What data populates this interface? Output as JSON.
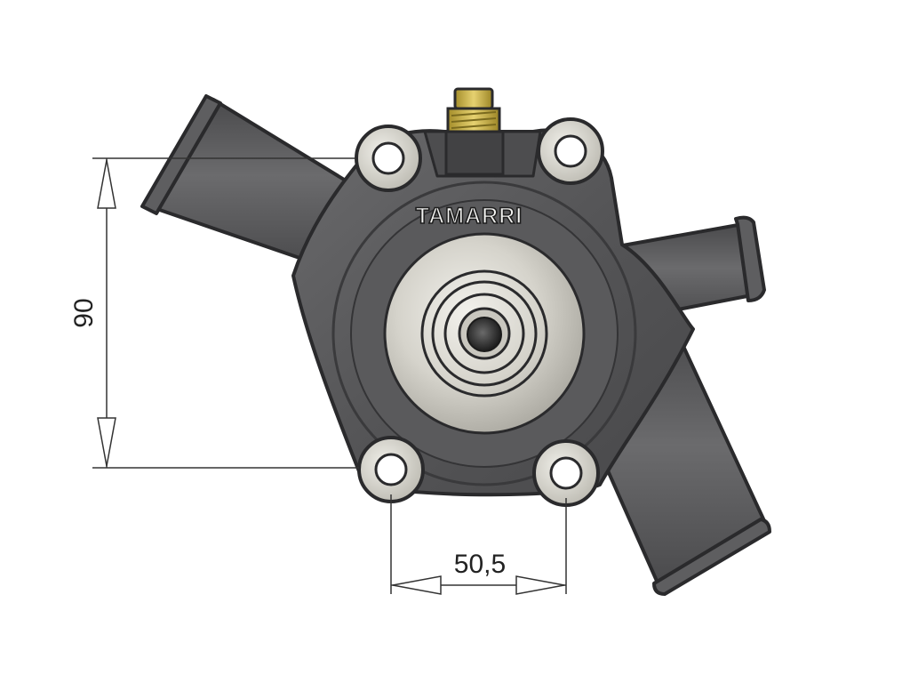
{
  "drawing": {
    "brand": "TAMARRI",
    "dimension_vertical": "90",
    "dimension_horizontal": "50,5"
  },
  "colors": {
    "background": "#ffffff",
    "body": "#5b5b5d",
    "body_edge": "#2a2a2c",
    "hub_light": "#dcdad3",
    "fitting_brass": "#c9b24a",
    "dimension_line": "#333333"
  }
}
